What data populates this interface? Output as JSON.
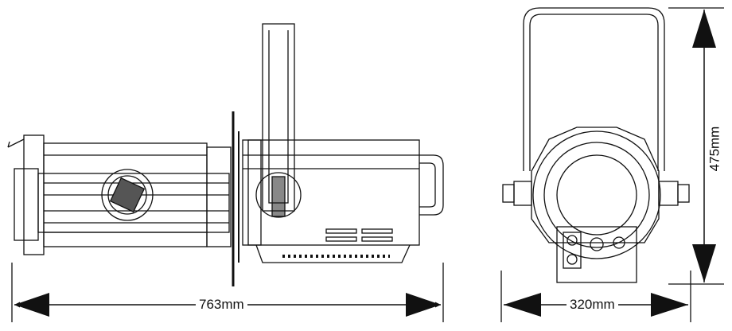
{
  "dimensions": {
    "length": "763mm",
    "width": "320mm",
    "height": "475mm"
  },
  "colors": {
    "line": "#111111",
    "background": "#ffffff"
  }
}
